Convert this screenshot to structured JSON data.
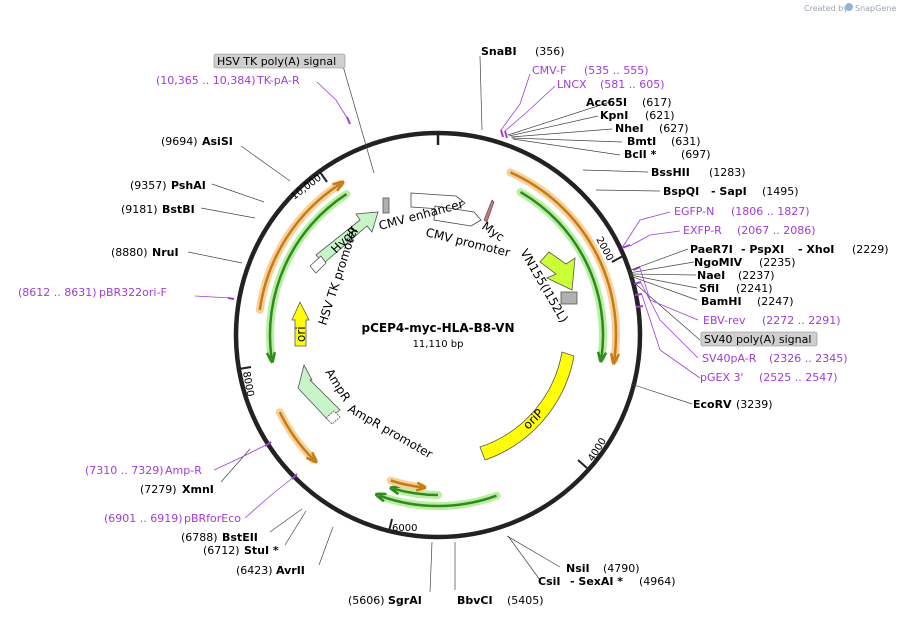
{
  "credit": {
    "prefix": "Created by",
    "brand": "SnapGene"
  },
  "plasmid": {
    "name": "pCEP4-myc-HLA-B8-VN",
    "size": "11,110 bp"
  },
  "ticks": [
    "2000",
    "4000",
    "6000",
    "8000",
    "10,000"
  ],
  "features": {
    "cmv_enhancer": "CMV enhancer",
    "cmv_promoter": "CMV promoter",
    "myc": "Myc",
    "vn155": "VN155(I152L)",
    "orip": "oriP",
    "ampr": "AmpR",
    "ampr_promoter": "AmpR promoter",
    "ori": "ori",
    "hsv_tk_promoter": "HSV TK promoter",
    "hygr": "HygR"
  },
  "boxes": {
    "hsv_tk_polya": "HSV TK poly(A) signal",
    "sv40_polya": "SV40 poly(A) signal"
  },
  "sites": {
    "snabi": {
      "name": "SnaBI",
      "pos": "(356)"
    },
    "cmvf": {
      "name": "CMV-F",
      "range": "(535 .. 555)"
    },
    "lncx": {
      "name": "LNCX",
      "range": "(581 .. 605)"
    },
    "acc65i": {
      "name": "Acc65I",
      "pos": "(617)"
    },
    "kpni": {
      "name": "KpnI",
      "pos": "(621)"
    },
    "nhei": {
      "name": "NheI",
      "pos": "(627)"
    },
    "bmti": {
      "name": "BmtI",
      "pos": "(631)"
    },
    "bcli": {
      "name": "BclI *",
      "pos": "(697)"
    },
    "bsshii": {
      "name": "BssHII",
      "pos": "(1283)"
    },
    "bspqi": {
      "name": "BspQI",
      "name2": "- SapI",
      "pos": "(1495)"
    },
    "egfpn": {
      "name": "EGFP-N",
      "range": "(1806 .. 1827)"
    },
    "exfpr": {
      "name": "EXFP-R",
      "range": "(2067 .. 2086)"
    },
    "paer7i": {
      "name": "PaeR7I",
      "name2": "- PspXI",
      "name3": "- XhoI",
      "pos": "(2229)"
    },
    "ngomiv": {
      "name": "NgoMIV",
      "pos": "(2235)"
    },
    "naei": {
      "name": "NaeI",
      "pos": "(2237)"
    },
    "sfii": {
      "name": "SfiI",
      "pos": "(2241)"
    },
    "bamhi": {
      "name": "BamHI",
      "pos": "(2247)"
    },
    "ebvrev": {
      "name": "EBV-rev",
      "range": "(2272 .. 2291)"
    },
    "sv40par": {
      "name": "SV40pA-R",
      "range": "(2326 .. 2345)"
    },
    "pgex3": {
      "name": "pGEX 3'",
      "range": "(2525 .. 2547)"
    },
    "ecorv": {
      "name": "EcoRV",
      "pos": "(3239)"
    },
    "nsii": {
      "name": "NsiI",
      "pos": "(4790)"
    },
    "csii": {
      "name": "CsiI",
      "name2": "- SexAI *",
      "pos": "(4964)"
    },
    "bbvci": {
      "name": "BbvCI",
      "pos": "(5405)"
    },
    "sgrai": {
      "name": "SgrAI",
      "pos": "(5606)"
    },
    "avrii": {
      "name": "AvrII",
      "pos": "(6423)"
    },
    "stui": {
      "name": "StuI *",
      "pos": "(6712)"
    },
    "bsteii": {
      "name": "BstEII",
      "pos": "(6788)"
    },
    "pbrforeco": {
      "name": "pBRforEco",
      "range": "(6901 .. 6919)"
    },
    "xmni": {
      "name": "XmnI",
      "pos": "(7279)"
    },
    "ampr": {
      "name": "Amp-R",
      "range": "(7310 .. 7329)"
    },
    "pbr322ori": {
      "name": "pBR322ori-F",
      "range": "(8612 .. 8631)"
    },
    "nrui": {
      "name": "NruI",
      "pos": "(8880)"
    },
    "bstbi": {
      "name": "BstBI",
      "pos": "(9181)"
    },
    "pshai": {
      "name": "PshAI",
      "pos": "(9357)"
    },
    "asisi": {
      "name": "AsiSI",
      "pos": "(9694)"
    },
    "tkpar": {
      "name": "TK-pA-R",
      "range": "(10,365 .. 10,384)"
    }
  },
  "colors": {
    "backbone": "#222222",
    "primer": "#a23bd6",
    "orf_green": "#2f8a1e",
    "orf_orange": "#c97a12",
    "orip_yellow": "#ffff00",
    "ampr_fill": "#c8f5c8",
    "vn155_fill": "#ccff33",
    "box_fill": "#cfcfcf"
  }
}
